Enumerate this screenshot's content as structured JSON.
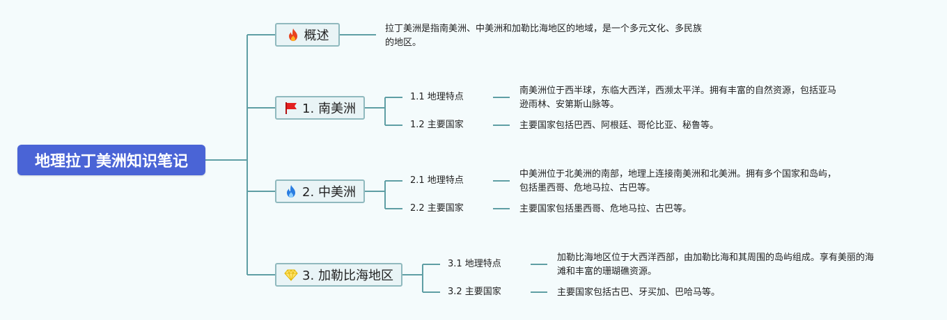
{
  "colors": {
    "root_bg": "#4a64d6",
    "line": "#5e9ea4",
    "branch_bg": "#e9f4f6",
    "branch_border": "#8fb9be"
  },
  "root": {
    "title": "地理拉丁美洲知识笔记"
  },
  "branches": [
    {
      "icon": "fire-icon",
      "label": "概述",
      "desc_lines": [
        "拉丁美洲是指南美洲、中美洲和加勒比海地区的地域，是一个多元文化、多民族",
        "的地区。"
      ]
    },
    {
      "icon": "red-flag-icon",
      "label": "1. 南美洲",
      "subs": [
        {
          "label": "1.1 地理特点",
          "desc_lines": [
            "南美洲位于西半球，东临大西洋，西濒太平洋。拥有丰富的自然资源，包括亚马",
            "逊雨林、安第斯山脉等。"
          ]
        },
        {
          "label": "1.2 主要国家",
          "desc_lines": [
            "主要国家包括巴西、阿根廷、哥伦比亚、秘鲁等。"
          ]
        }
      ]
    },
    {
      "icon": "blue-flame-icon",
      "label": "2. 中美洲",
      "subs": [
        {
          "label": "2.1 地理特点",
          "desc_lines": [
            "中美洲位于北美洲的南部，地理上连接南美洲和北美洲。拥有多个国家和岛屿，",
            "包括墨西哥、危地马拉、古巴等。"
          ]
        },
        {
          "label": "2.2 主要国家",
          "desc_lines": [
            "主要国家包括墨西哥、危地马拉、古巴等。"
          ]
        }
      ]
    },
    {
      "icon": "gem-icon",
      "label": "3. 加勒比海地区",
      "subs": [
        {
          "label": "3.1 地理特点",
          "desc_lines": [
            "加勒比海地区位于大西洋西部，由加勒比海和其周围的岛屿组成。享有美丽的海",
            "滩和丰富的珊瑚礁资源。"
          ]
        },
        {
          "label": "3.2 主要国家",
          "desc_lines": [
            "主要国家包括古巴、牙买加、巴哈马等。"
          ]
        }
      ]
    }
  ]
}
